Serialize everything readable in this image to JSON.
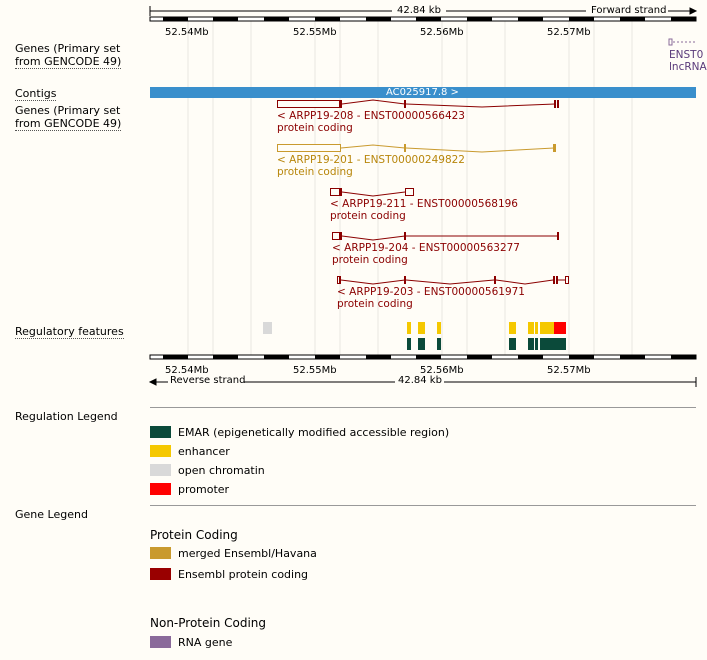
{
  "scale": {
    "span_label": "42.84 kb",
    "forward_strand": "Forward strand",
    "reverse_strand": "Reverse strand",
    "ticks": [
      "52.54Mb",
      "52.55Mb",
      "52.56Mb",
      "52.57Mb"
    ]
  },
  "tracks": {
    "genes_top_label": [
      "Genes (Primary set",
      "from GENCODE 49)"
    ],
    "contigs_label": "Contigs",
    "genes_bottom_label": [
      "Genes (Primary set",
      "from GENCODE 49)"
    ],
    "regulatory_label": "Regulatory features",
    "contig_name": "AC025917.8 >",
    "top_gene_id": "ENST0",
    "top_gene_type": "lncRNA"
  },
  "genes": [
    {
      "name": "< ARPP19-208 - ENST00000566423",
      "biotype": "protein coding",
      "color": "#8b0000"
    },
    {
      "name": "< ARPP19-201 - ENST00000249822",
      "biotype": "protein coding",
      "color": "#b8860b"
    },
    {
      "name": "< ARPP19-211 - ENST00000568196",
      "biotype": "protein coding",
      "color": "#8b0000"
    },
    {
      "name": "< ARPP19-204 - ENST00000563277",
      "biotype": "protein coding",
      "color": "#8b0000"
    },
    {
      "name": "< ARPP19-203 - ENST00000561971",
      "biotype": "protein coding",
      "color": "#8b0000"
    }
  ],
  "regulation_legend": {
    "title": "Regulation Legend",
    "items": [
      {
        "label": "EMAR (epigenetically modified accessible region)",
        "color": "#0b4a3a"
      },
      {
        "label": "enhancer",
        "color": "#f5c800"
      },
      {
        "label": "open chromatin",
        "color": "#d9d9d9"
      },
      {
        "label": "promoter",
        "color": "#ff0000"
      }
    ]
  },
  "gene_legend": {
    "title": "Gene Legend",
    "protein_coding_title": "Protein Coding",
    "protein_items": [
      {
        "label": "merged Ensembl/Havana",
        "color": "#c99a2e"
      },
      {
        "label": "Ensembl protein coding",
        "color": "#990000"
      }
    ],
    "non_protein_title": "Non-Protein Coding",
    "non_protein_items": [
      {
        "label": "RNA gene",
        "color": "#8a6a9a"
      }
    ]
  },
  "colors": {
    "contig": "#3a8fcc",
    "ensembl": "#8b0000",
    "havana": "#b8860b"
  }
}
